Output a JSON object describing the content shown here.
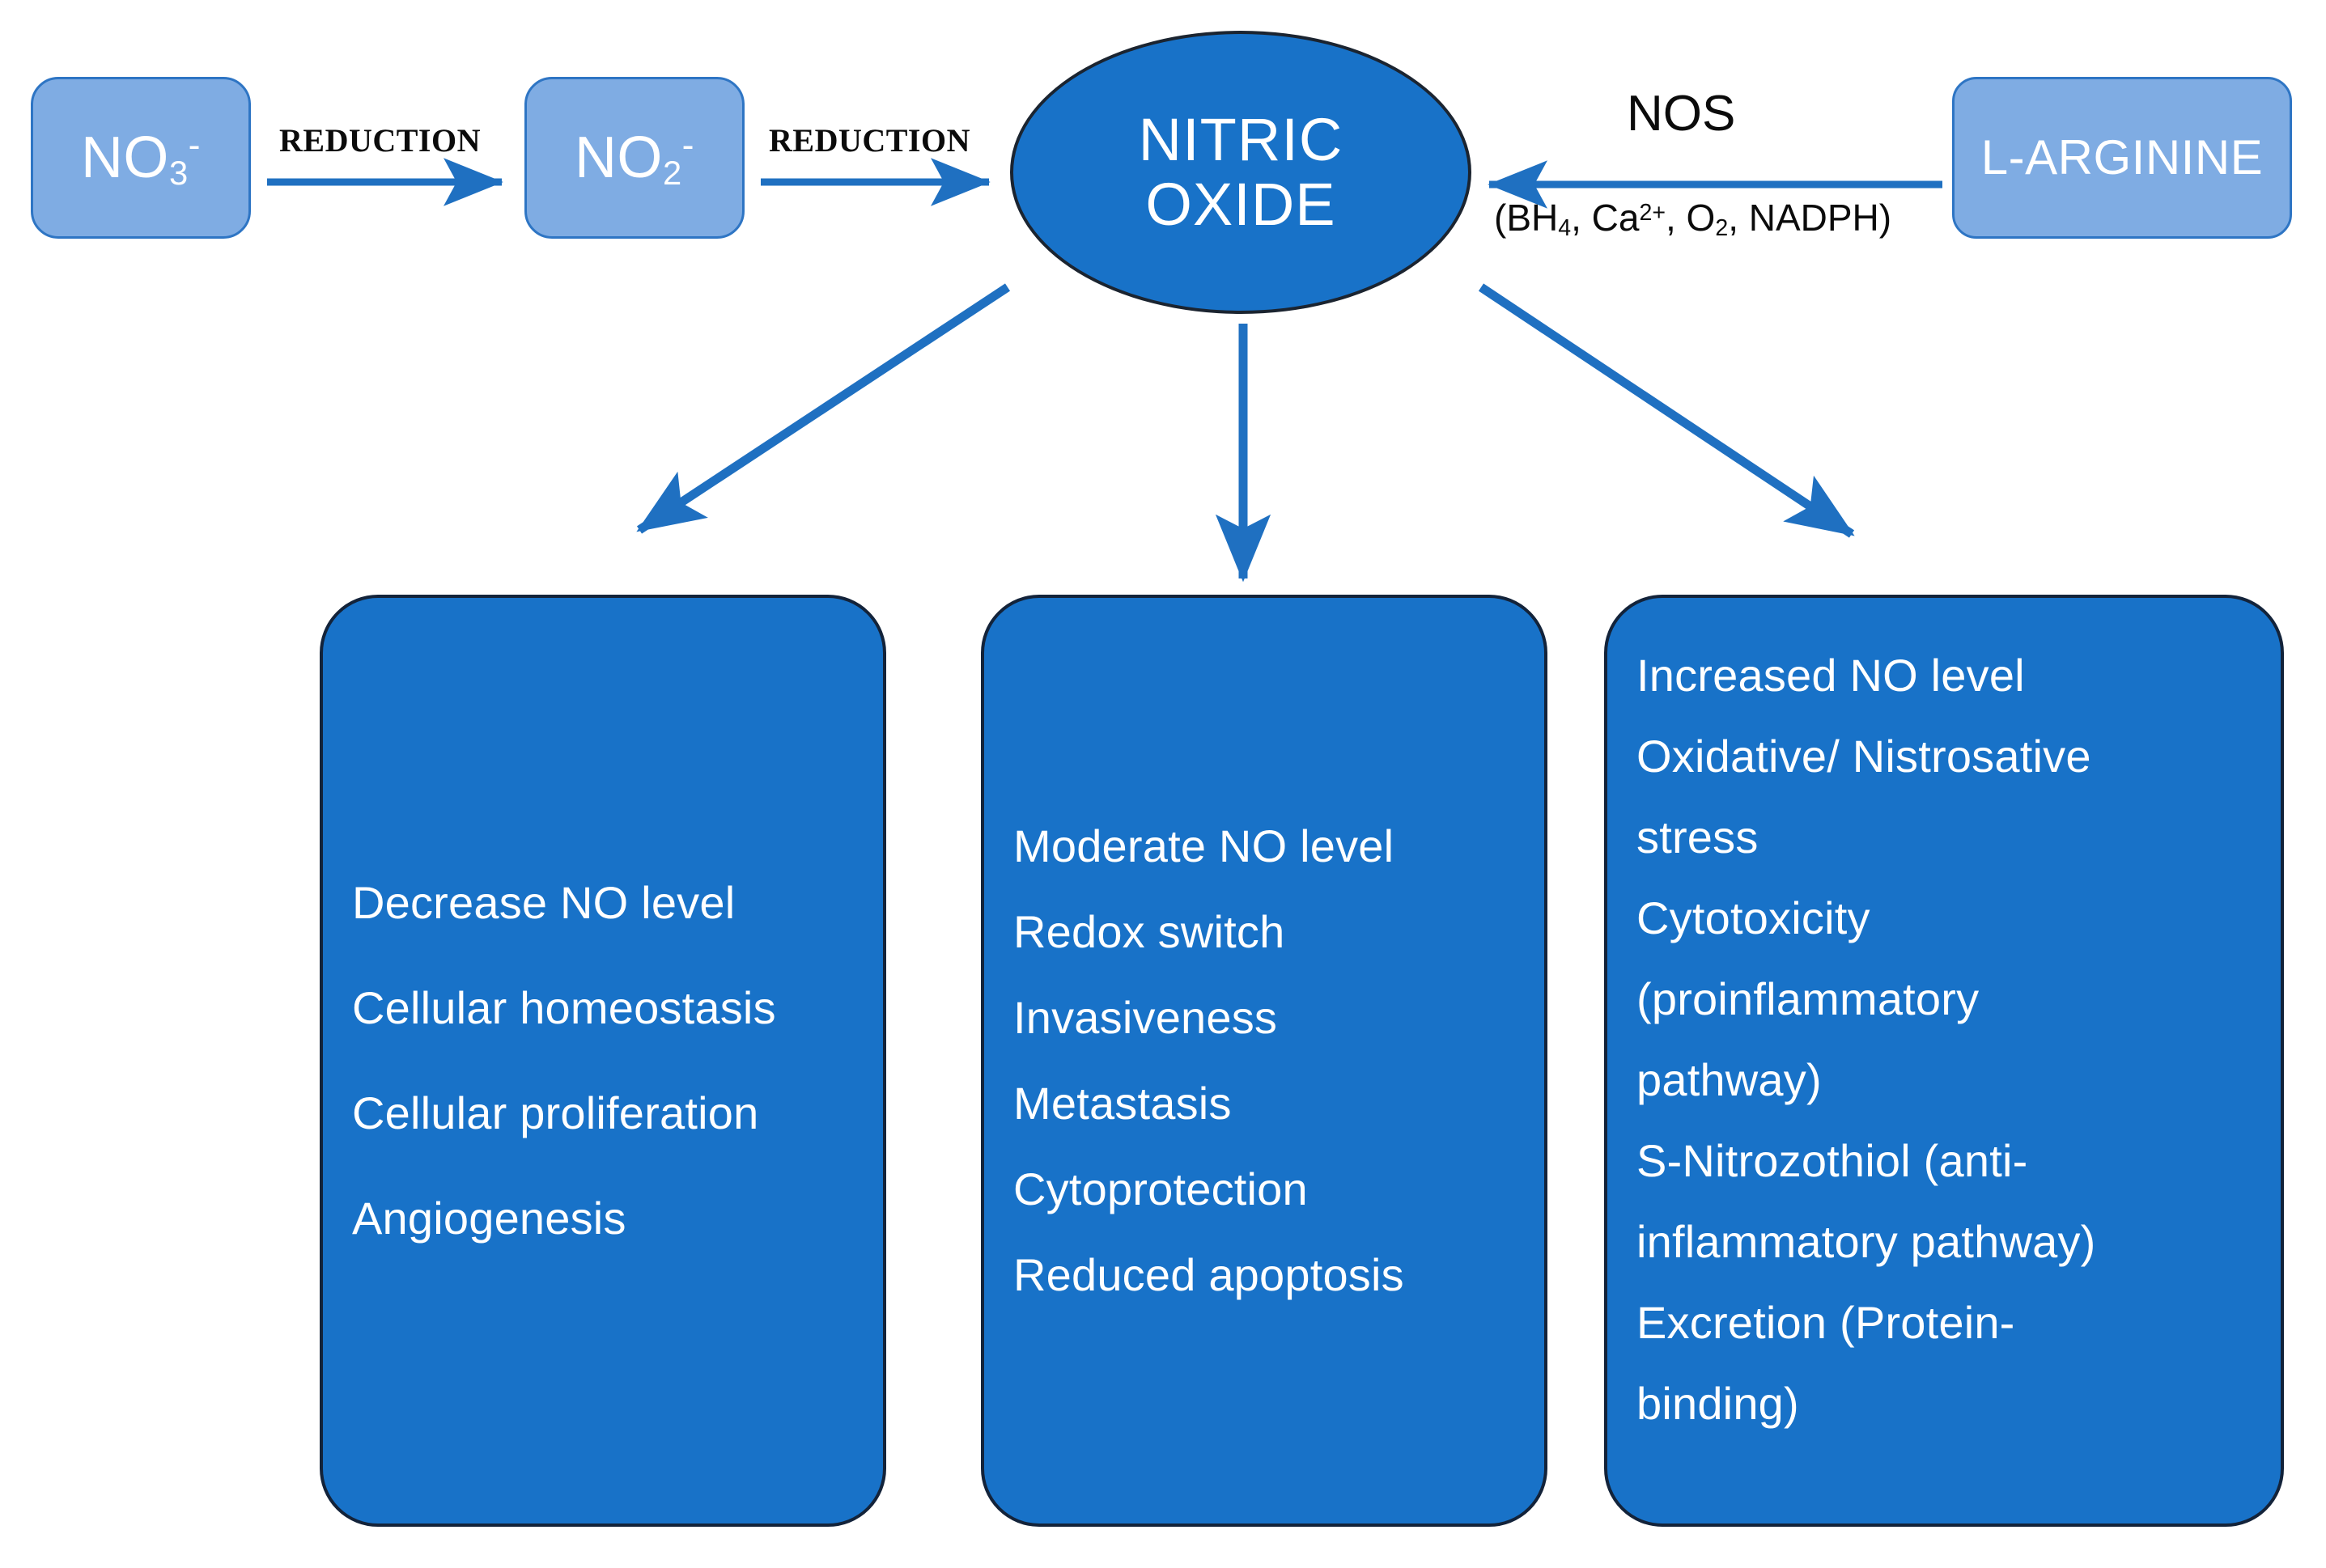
{
  "diagram": {
    "title": "Nitric Oxide metabolic pathway and concentration-dependent effects",
    "colors": {
      "light_blue_fill": "#7FACE3",
      "light_blue_border": "#2E75C4",
      "dark_blue_fill": "#1872C8",
      "dark_outline": "#13233A",
      "arrow_blue": "#1F70C1",
      "text_white": "#FFFFFF",
      "text_black": "#0B0B0B",
      "background": "#FFFFFF"
    }
  },
  "sources": {
    "nitrate": {
      "label": "NO",
      "sub": "3",
      "sup": "-",
      "full": "NO3-"
    },
    "nitrite": {
      "label": "NO",
      "sub": "2",
      "sup": "-",
      "full": "NO2-"
    },
    "arginine": {
      "label": "L-ARGININE"
    }
  },
  "center": {
    "line1": "NITRIC",
    "line2": "OXIDE"
  },
  "reactions": {
    "reduction_1": "REDUCTION",
    "reduction_2": "REDUCTION",
    "nos_enzyme": "NOS",
    "nos_cofactors_parts": {
      "open": "(BH",
      "bh4_sub": "4",
      "mid1": ", Ca",
      "ca_sup": "2+",
      "mid2": ", O",
      "o2_sub": "2",
      "close": ", NADPH)"
    },
    "nos_cofactors_full": "(BH4, Ca2+, O2, NADPH)"
  },
  "outcomes": [
    {
      "id": "low-no",
      "name": "decrease-no-level-outcomes",
      "lines": [
        "Decrease NO level",
        "Cellular homeostasis",
        "Cellular proliferation",
        "Angiogenesis"
      ]
    },
    {
      "id": "moderate-no",
      "name": "moderate-no-level-outcomes",
      "lines": [
        "Moderate NO level",
        "Redox switch",
        "Invasiveness",
        "Metastasis",
        "Cytoprotection",
        "Reduced apoptosis"
      ]
    },
    {
      "id": "high-no",
      "name": "increased-no-level-outcomes",
      "lines": [
        "Increased NO level",
        "Oxidative/ Nistrosative",
        "stress",
        "Cytotoxicity",
        "(proinflammatory",
        "pathway)",
        "S-Nitrozothiol (anti-",
        "inflammatory pathway)",
        "Excretion (Protein-",
        "binding)"
      ]
    }
  ]
}
